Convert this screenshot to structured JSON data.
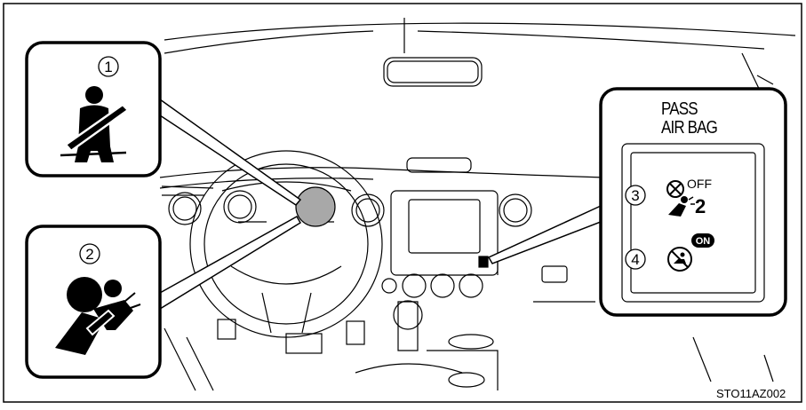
{
  "figure_code": "STO11AZ002",
  "callouts": [
    {
      "number": "1",
      "icon": "seat-belt-reminder-icon"
    },
    {
      "number": "2",
      "icon": "srs-airbag-warning-icon"
    }
  ],
  "passenger_panel": {
    "title_line1": "PASS",
    "title_line2": "AIR BAG",
    "indicators": [
      {
        "number": "3",
        "icon": "passenger-airbag-off-icon",
        "status_text": "OFF",
        "seat_number": "2"
      },
      {
        "number": "4",
        "icon": "passenger-airbag-on-icon",
        "status_text": "ON"
      }
    ]
  },
  "colors": {
    "line": "#000000",
    "background": "#ffffff",
    "highlight_gray": "#a8a8a8"
  }
}
